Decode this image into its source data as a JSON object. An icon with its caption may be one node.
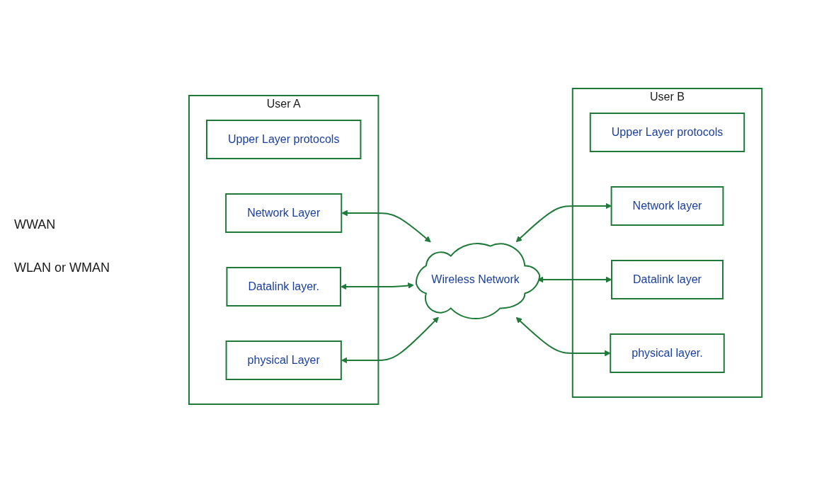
{
  "diagram": {
    "nodes": [
      {
        "text": [
          "User A"
        ]
      },
      {
        "text": [
          "Upper Layer protocols"
        ],
        "in": 0
      },
      {
        "text": [
          "Network Layer"
        ],
        "in": 0
      },
      {
        "text": [
          "Datalink layer."
        ],
        "in": 0
      },
      {
        "text": [
          "physical Layer"
        ],
        "in": 0
      },
      {
        "text": [
          "Wireless Network"
        ]
      },
      {
        "text": [
          "User B"
        ]
      },
      {
        "text": [
          "Upper Layer protocols"
        ],
        "in": 6
      },
      {
        "text": [
          "Network layer"
        ],
        "in": 6
      },
      {
        "text": [
          "Datalink layer"
        ],
        "in": 6
      },
      {
        "text": [
          "physical layer."
        ],
        "in": 6
      }
    ],
    "edges": [
      {
        "from": 2,
        "to": 5,
        "arrow": "both"
      },
      {
        "from": 3,
        "to": 5,
        "arrow": "both"
      },
      {
        "from": 4,
        "to": 5,
        "arrow": "both"
      },
      {
        "from": 5,
        "to": 8,
        "arrow": "both"
      },
      {
        "from": 5,
        "to": 9,
        "arrow": "both"
      },
      {
        "from": 5,
        "to": 10,
        "arrow": "both"
      }
    ],
    "labels": [
      "WWAN",
      "WLAN or WMAN"
    ]
  }
}
